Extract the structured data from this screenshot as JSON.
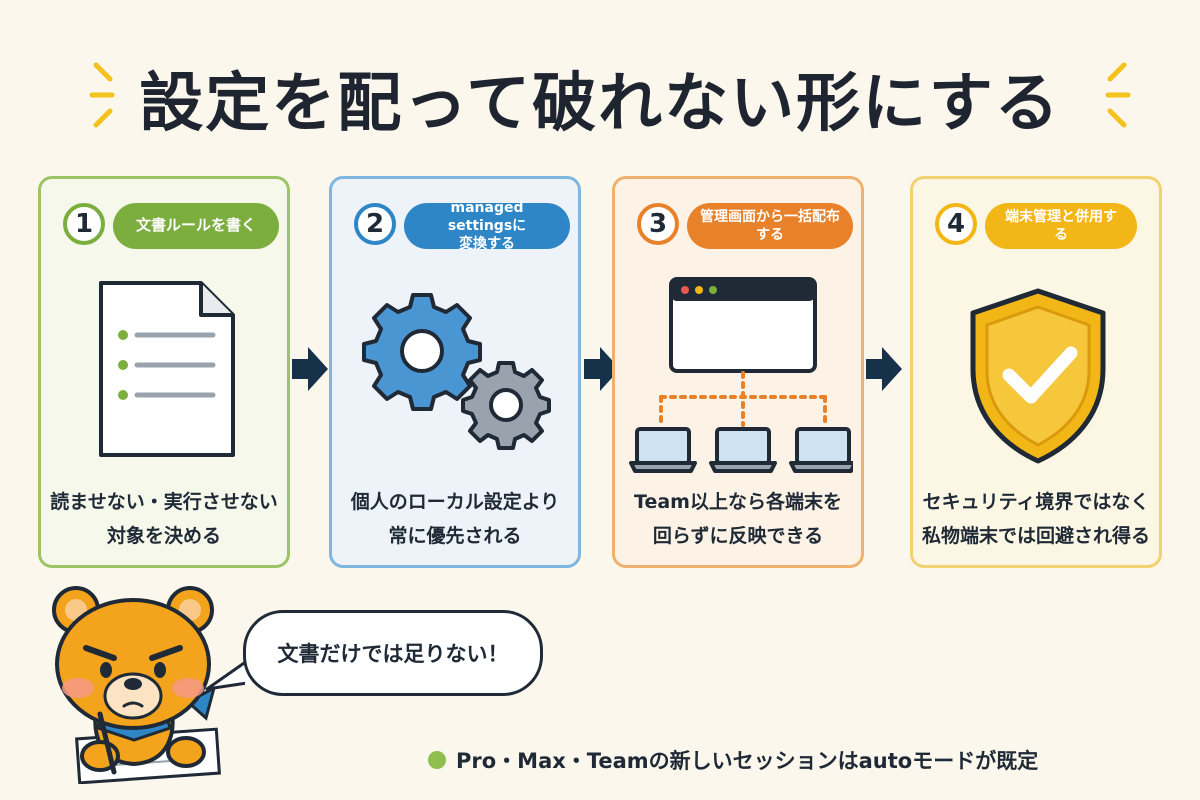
{
  "title": "設定を配って破れない形にする",
  "steps": [
    {
      "number": "1",
      "label": "文書ルールを書く",
      "desc": "読ませない・実行させない\n対象を決める",
      "accent": "#7cae3f",
      "bg": "#f6f8ec",
      "border": "#9cc467"
    },
    {
      "number": "2",
      "label": "managed settingsに\n変換する",
      "desc": "個人のローカル設定より\n常に優先される",
      "accent": "#2f86c6",
      "bg": "#edf3f8",
      "border": "#7fb6e0"
    },
    {
      "number": "3",
      "label": "管理画面から一括配布する",
      "desc": "Team以上なら各端末を\n回らずに反映できる",
      "accent": "#e8822a",
      "bg": "#fcf2e6",
      "border": "#f0b070"
    },
    {
      "number": "4",
      "label": "端末管理と併用する",
      "desc": "セキュリティ境界ではなく\n私物端末では回避され得る",
      "accent": "#f3b617",
      "bg": "#fcf6e4",
      "border": "#f4d170"
    }
  ],
  "speech": "文書だけでは足りない！",
  "footnote": "Pro・Max・Teamの新しいセッションはautoモードが既定",
  "icons": [
    "document-icon",
    "gears-icon",
    "network-icon",
    "shield-check-icon"
  ]
}
